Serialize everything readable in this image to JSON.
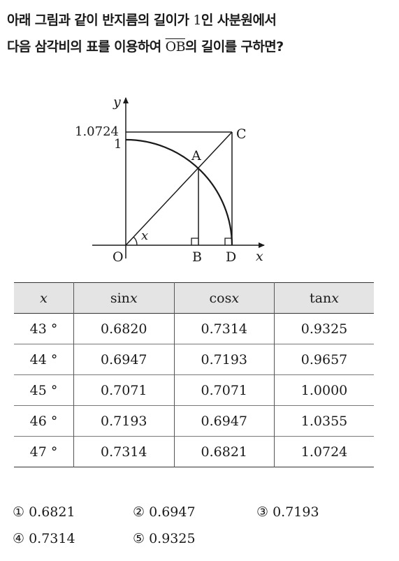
{
  "question": {
    "line1": "아래 그림과 같이 반지름의 길이가 ",
    "line1_num": "1",
    "line1_end": "인 사분원에서",
    "line2": "다음 삼각비의 표를 이용하여 ",
    "segment": "OB",
    "line2_end": "의 길이를 구하면?"
  },
  "figure": {
    "axis_x": "x",
    "axis_y": "y",
    "label_tan": "1.0724",
    "label_one": "1",
    "point_o": "O",
    "point_a": "A",
    "point_b": "B",
    "point_c": "C",
    "point_d": "D",
    "angle": "x"
  },
  "table": {
    "headers": [
      {
        "fn": "",
        "var": "x"
      },
      {
        "fn": "sin",
        "var": "x"
      },
      {
        "fn": "cos",
        "var": "x"
      },
      {
        "fn": "tan",
        "var": "x"
      }
    ],
    "rows": [
      [
        "43 °",
        "0.6820",
        "0.7314",
        "0.9325"
      ],
      [
        "44 °",
        "0.6947",
        "0.7193",
        "0.9657"
      ],
      [
        "45 °",
        "0.7071",
        "0.7071",
        "1.0000"
      ],
      [
        "46 °",
        "0.7193",
        "0.6947",
        "1.0355"
      ],
      [
        "47 °",
        "0.7314",
        "0.6821",
        "1.0724"
      ]
    ]
  },
  "choices": [
    "① 0.6821",
    "② 0.6947",
    "③ 0.7193",
    "④ 0.7314",
    "⑤ 0.9325"
  ]
}
